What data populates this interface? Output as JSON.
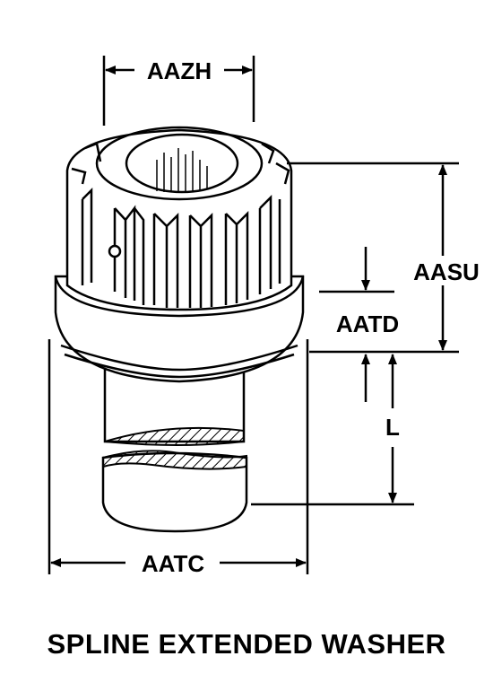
{
  "title": "SPLINE EXTENDED WASHER",
  "dimensions": {
    "top_width": "AAZH",
    "overall_height": "AASU",
    "flange_thickness": "AATD",
    "length": "L",
    "diameter": "AATC"
  }
}
